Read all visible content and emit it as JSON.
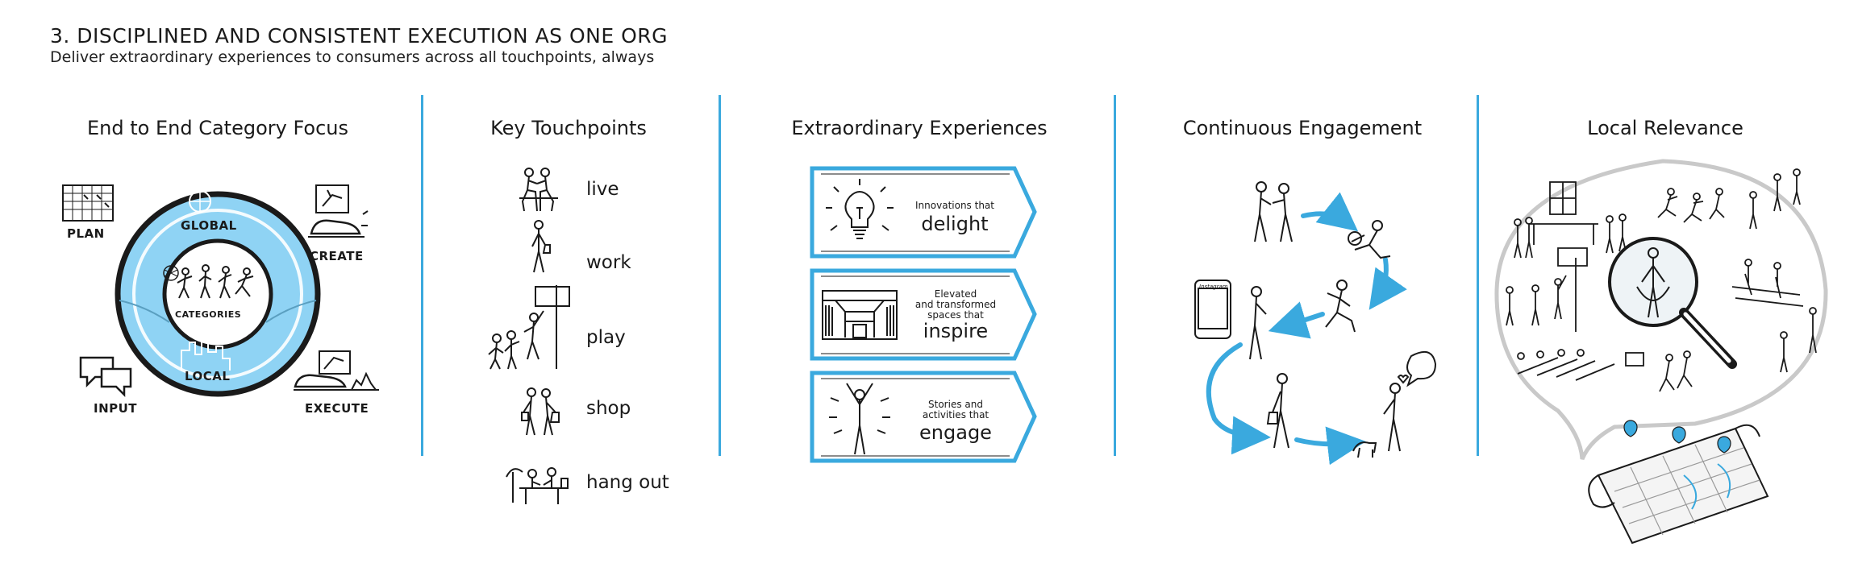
{
  "header": {
    "title": "3. DISCIPLINED AND CONSISTENT EXECUTION AS ONE ORG",
    "subtitle": "Deliver extraordinary experiences to consumers across all touchpoints, always"
  },
  "columns": {
    "category_focus": {
      "heading": "End to End Category Focus",
      "ring_outer": "GLOBAL",
      "ring_lower": "LOCAL",
      "center": "CATEGORIES",
      "corners": [
        "PLAN",
        "CREATE",
        "INPUT",
        "EXECUTE"
      ]
    },
    "touchpoints": {
      "heading": "Key Touchpoints",
      "items": [
        "live",
        "work",
        "play",
        "shop",
        "hang out"
      ]
    },
    "experiences": {
      "heading": "Extraordinary Experiences",
      "items": [
        {
          "small": "Innovations that",
          "big": "delight"
        },
        {
          "small": "Elevated\nand transformed\nspaces that",
          "big": "inspire"
        },
        {
          "small": "Stories and\nactivities that",
          "big": "engage"
        }
      ]
    },
    "engagement": {
      "heading": "Continuous Engagement",
      "phone_text": "Instagram"
    },
    "relevance": {
      "heading": "Local Relevance"
    }
  },
  "colors": {
    "accent": "#3aa9de",
    "ring_fill": "#8fd3f4",
    "ink": "#1a1a1a",
    "bubble": "#c9c9c9"
  }
}
